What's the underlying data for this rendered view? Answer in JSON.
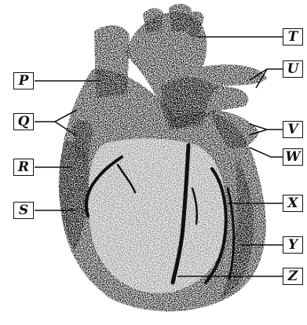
{
  "diagram": {
    "labels": {
      "P": "P",
      "Q": "Q",
      "R": "R",
      "S": "S",
      "T": "T",
      "U": "U",
      "V": "V",
      "W": "W",
      "X": "X",
      "Y": "Y",
      "Z": "Z"
    }
  }
}
